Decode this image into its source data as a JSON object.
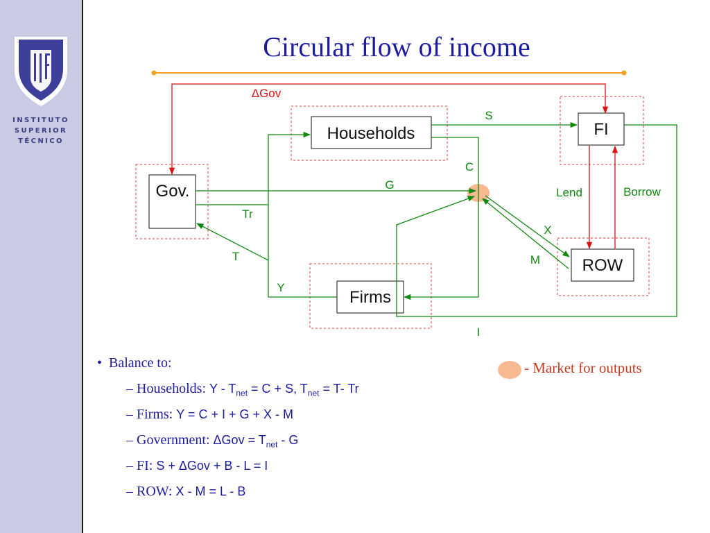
{
  "slide": {
    "title": "Circular flow of income",
    "logo": {
      "letters": "IST",
      "lines": [
        "INSTITUTO",
        "SUPERIOR",
        "TÉCNICO"
      ]
    }
  },
  "diagram": {
    "nodes": {
      "households": "Households",
      "fi": "FI",
      "gov": "Gov.",
      "row": "ROW",
      "firms": "Firms"
    },
    "flow_labels": {
      "delta_gov": "ΔGov",
      "s": "S",
      "c": "C",
      "g": "G",
      "lend": "Lend",
      "borrow": "Borrow",
      "tr": "Tr",
      "x": "X",
      "t": "T",
      "m": "M",
      "y": "Y",
      "i": "I"
    },
    "colors": {
      "flow_green": "#118811",
      "flow_red": "#dd1111",
      "frame_red": "#e23a3a",
      "market_orange": "#f8b890",
      "rule_orange": "#f2a020"
    }
  },
  "legend": {
    "text": "- Market for outputs"
  },
  "balance": {
    "heading": "Balance to:",
    "items": [
      {
        "name": "Households:",
        "parts": [
          "Y - T",
          "net",
          " = C + S, T",
          "net",
          " = T- Tr"
        ]
      },
      {
        "name": "Firms:",
        "parts": [
          "Y = C + I + G + X - M"
        ]
      },
      {
        "name": "Government:",
        "parts": [
          "ΔGov = T",
          "net",
          " - G"
        ]
      },
      {
        "name": "FI:",
        "parts": [
          "S + ΔGov + B - L = I"
        ]
      },
      {
        "name": "ROW:",
        "parts": [
          "X - M = L - B"
        ]
      }
    ]
  }
}
